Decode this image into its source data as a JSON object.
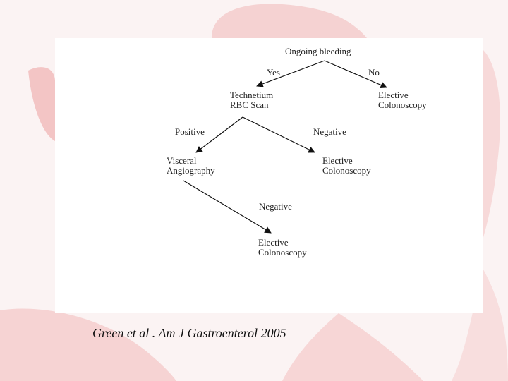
{
  "diagram": {
    "nodes": {
      "ongoing_bleeding": [
        "Ongoing bleeding"
      ],
      "technetium_scan": [
        "Technetium",
        "RBC Scan"
      ],
      "elective_colonoscopy_1": [
        "Elective",
        "Colonoscopy"
      ],
      "visceral_angiography": [
        "Visceral",
        "Angiography"
      ],
      "elective_colonoscopy_2": [
        "Elective",
        "Colonoscopy"
      ],
      "elective_colonoscopy_3": [
        "Elective",
        "Colonoscopy"
      ]
    },
    "edges": {
      "yes": "Yes",
      "no": "No",
      "positive": "Positive",
      "negative_1": "Negative",
      "negative_2": "Negative"
    }
  },
  "citation": "Green et al . Am J Gastroenterol 2005",
  "colors": {
    "page_background": "#fbf3f3",
    "panel": "#ffffff",
    "text": "#222222",
    "arrow": "#111111",
    "decoration": "#f2b8b8"
  }
}
